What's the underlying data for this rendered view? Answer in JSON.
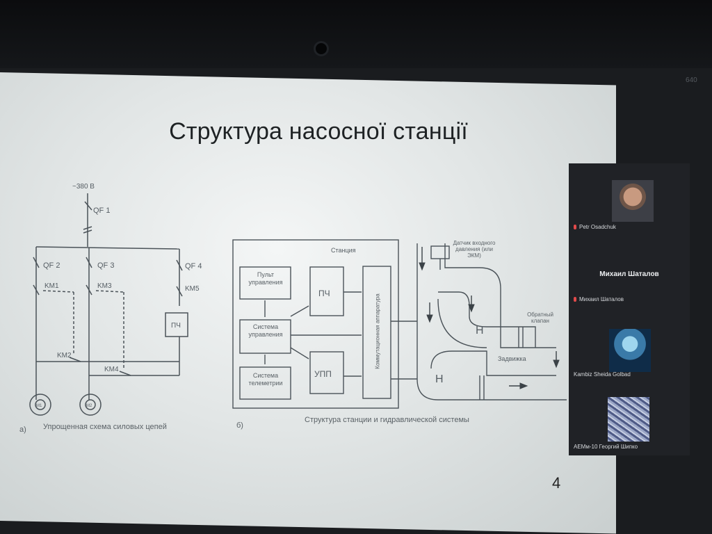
{
  "slide": {
    "title": "Структура насосної станції",
    "page_number": "4",
    "left_diagram": {
      "supply": "~380 В",
      "breakers": [
        "QF 1",
        "QF 2",
        "QF 3",
        "QF 4"
      ],
      "contactors": [
        "KM1",
        "KM3",
        "KM5",
        "KM2",
        "KM4"
      ],
      "drive": "ПЧ",
      "motors": [
        "M1",
        "M2"
      ],
      "caption_letter": "а)",
      "caption": "Упрощенная схема силовых цепей"
    },
    "right_diagram": {
      "frame_title": "Станция",
      "blocks": {
        "panel": "Пульт управления",
        "control": "Система управления",
        "telemetry": "Система телеметрии",
        "vfd": "ПЧ",
        "softstart": "УПП",
        "switchgear": "Коммутационная аппаратура"
      },
      "hydraulics": {
        "sensor": "Датчик входного давления (или ЭКМ)",
        "check_valve": "Обратный клапан",
        "gate_valve": "Задвижка",
        "pump": "Н"
      },
      "caption_letter": "б)",
      "caption": "Структура станции и гидравлической системы"
    }
  },
  "participants": {
    "tiles": [
      {
        "name": "Petr Osadchuk",
        "muted": true,
        "avatar": "photo"
      },
      {
        "name": "Михаил Шаталов",
        "muted": true,
        "avatar": "text",
        "big_label": "Михаил Шаталов"
      },
      {
        "name": "Kambiz Sheida Golbad",
        "muted": false,
        "avatar": "image"
      },
      {
        "name": "АЕМм-10 Георгий Шипко",
        "muted": false,
        "avatar": "image"
      }
    ]
  },
  "screen": {
    "corner_label": "640"
  }
}
